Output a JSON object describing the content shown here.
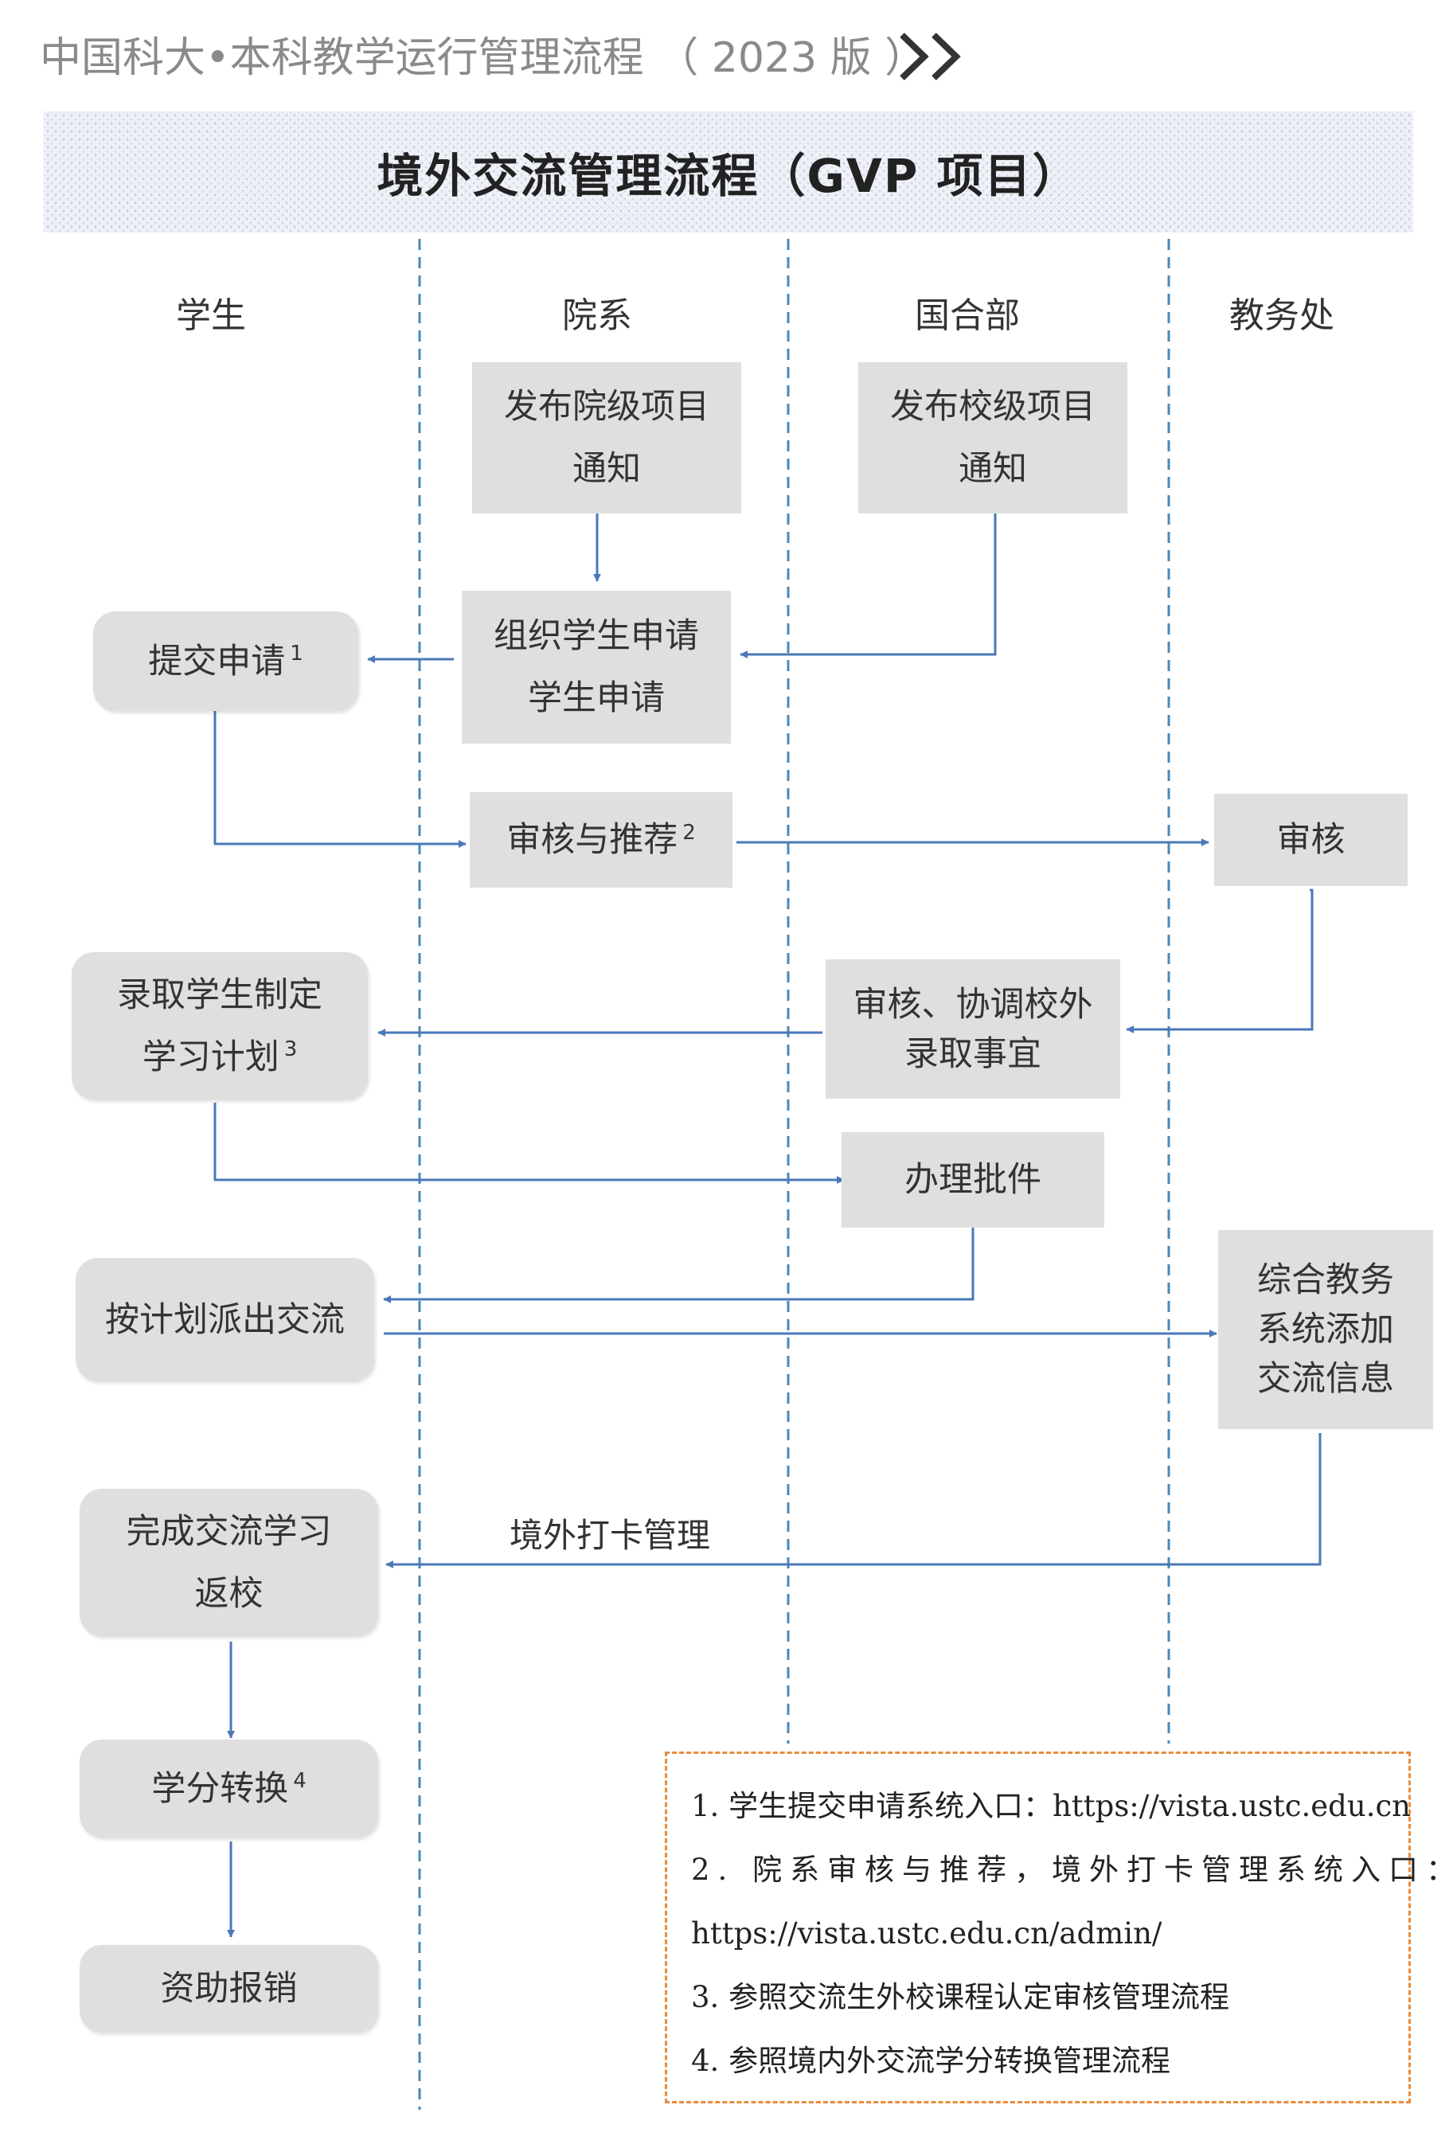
{
  "header": {
    "title": "中国科大•本科教学运行管理流程 （ 2023 版 ）",
    "chevron_icon": "double-chevron-right-icon"
  },
  "banner": {
    "title": "境外交流管理流程（GVP 项目）"
  },
  "lanes": [
    "学生",
    "院系",
    "国合部",
    "教务处"
  ],
  "nodes": {
    "college_notice": [
      "发布院级项目",
      "通知"
    ],
    "school_notice": [
      "发布校级项目",
      "通知"
    ],
    "organize_apply": [
      "组织学生申请",
      "学生申请"
    ],
    "submit_apply": {
      "text": "提交申请",
      "note": "1"
    },
    "review_recommend": {
      "text": "审核与推荐",
      "note": "2"
    },
    "academic_review": "审核",
    "coordinate_admission": [
      "审核、协调校外",
      "录取事宜"
    ],
    "admit_plan": {
      "lines": [
        "录取学生制定",
        "学习计划"
      ],
      "note": "3"
    },
    "approval": "办理批件",
    "dispatch": "按计划派出交流",
    "add_info": [
      "综合教务",
      "系统添加",
      "交流信息"
    ],
    "return_school": [
      "完成交流学习",
      "返校"
    ],
    "credit_transfer": {
      "text": "学分转换",
      "note": "4"
    },
    "reimburse": "资助报销"
  },
  "edge_labels": {
    "checkin": "境外打卡管理"
  },
  "notes": [
    "1. 学生提交申请系统入口：https://vista.ustc.edu.cn",
    "2. 院系审核与推荐，境外打卡管理系统入口：",
    "https://vista.ustc.edu.cn/admin/",
    "3. 参照交流生外校课程认定审核管理流程",
    "4. 参照境内外交流学分转换管理流程"
  ],
  "colors": {
    "arrow": "#4a78b8",
    "lane_divider": "#4a88b8",
    "box_fill": "#dfdfdf",
    "note_border": "#e88c3a",
    "header_text": "#8a8a8a"
  }
}
